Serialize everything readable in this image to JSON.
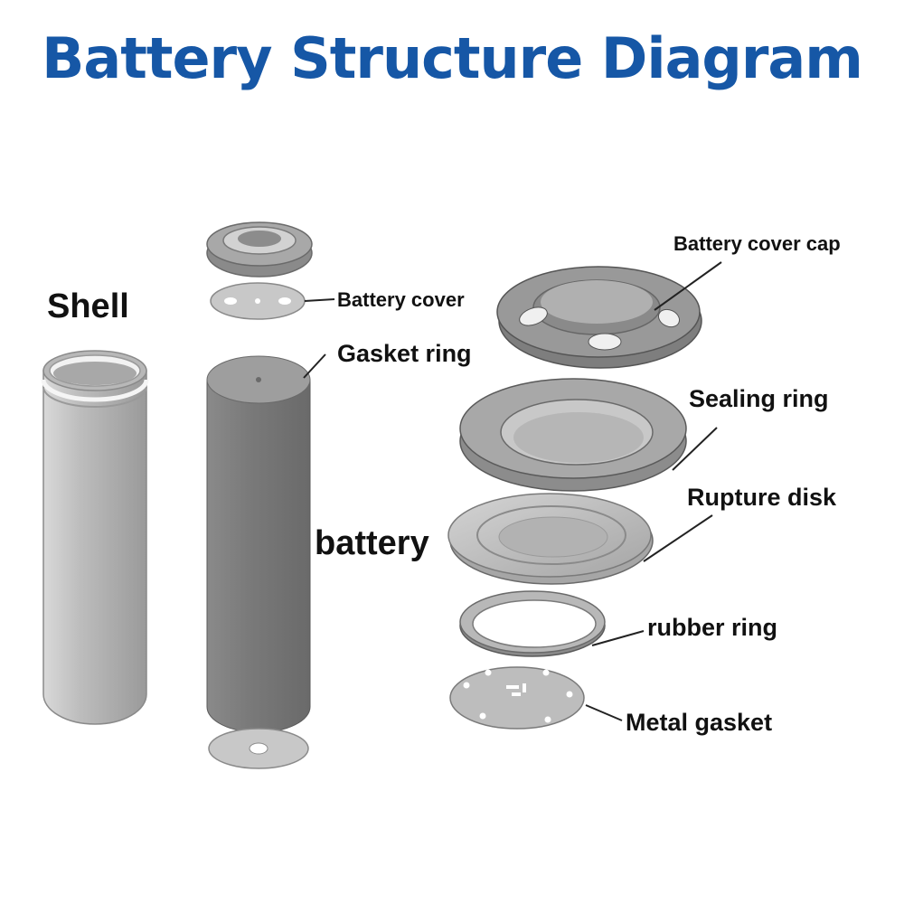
{
  "title": "Battery Structure Diagram",
  "labels": {
    "shell": "Shell",
    "battery": "battery",
    "battery_cover": "Battery cover",
    "gasket_ring": "Gasket ring",
    "battery_cover_cap": "Battery cover cap",
    "sealing_ring": "Sealing ring",
    "rupture_disk": "Rupture disk",
    "rubber_ring": "rubber ring",
    "metal_gasket": "Metal gasket"
  },
  "colors": {
    "title": "#1657a6",
    "part_gray": "#8c8c8c",
    "part_light": "#c6c6c6",
    "label_text": "#111111"
  }
}
